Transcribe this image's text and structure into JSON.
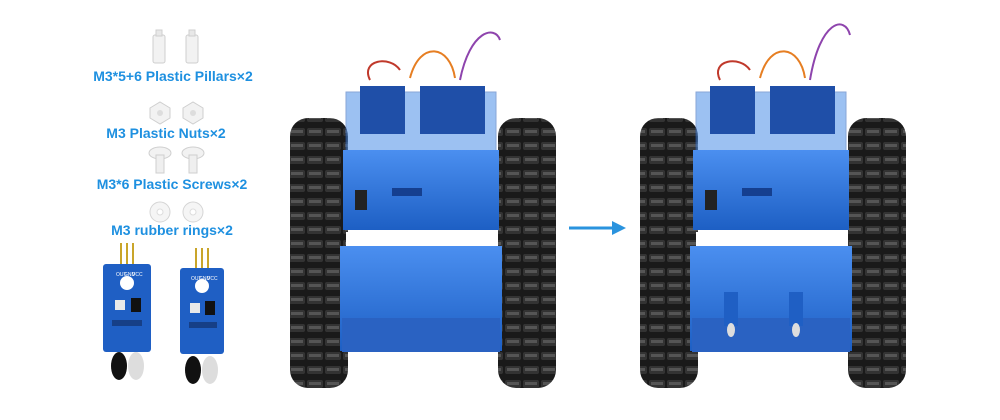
{
  "parts": [
    {
      "label": "M3*5+6 Plastic Pillars×2",
      "icon": "plastic-pillar-icon"
    },
    {
      "label": "M3 Plastic Nuts×2",
      "icon": "plastic-nut-icon"
    },
    {
      "label": "M3*6 Plastic Screws×2",
      "icon": "plastic-screw-icon"
    },
    {
      "label": "M3 rubber rings×2",
      "icon": "rubber-ring-icon"
    }
  ],
  "sensor_pins": [
    "OUT",
    "GND",
    "VCC"
  ],
  "arrow_icon": "arrow-right-icon",
  "colors": {
    "label_text": "#1e90e0",
    "chassis_blue": "#2a72d8",
    "track_black": "#1a1a1a",
    "sensor_board": "#1f5fc4",
    "arrow": "#2a93de"
  }
}
